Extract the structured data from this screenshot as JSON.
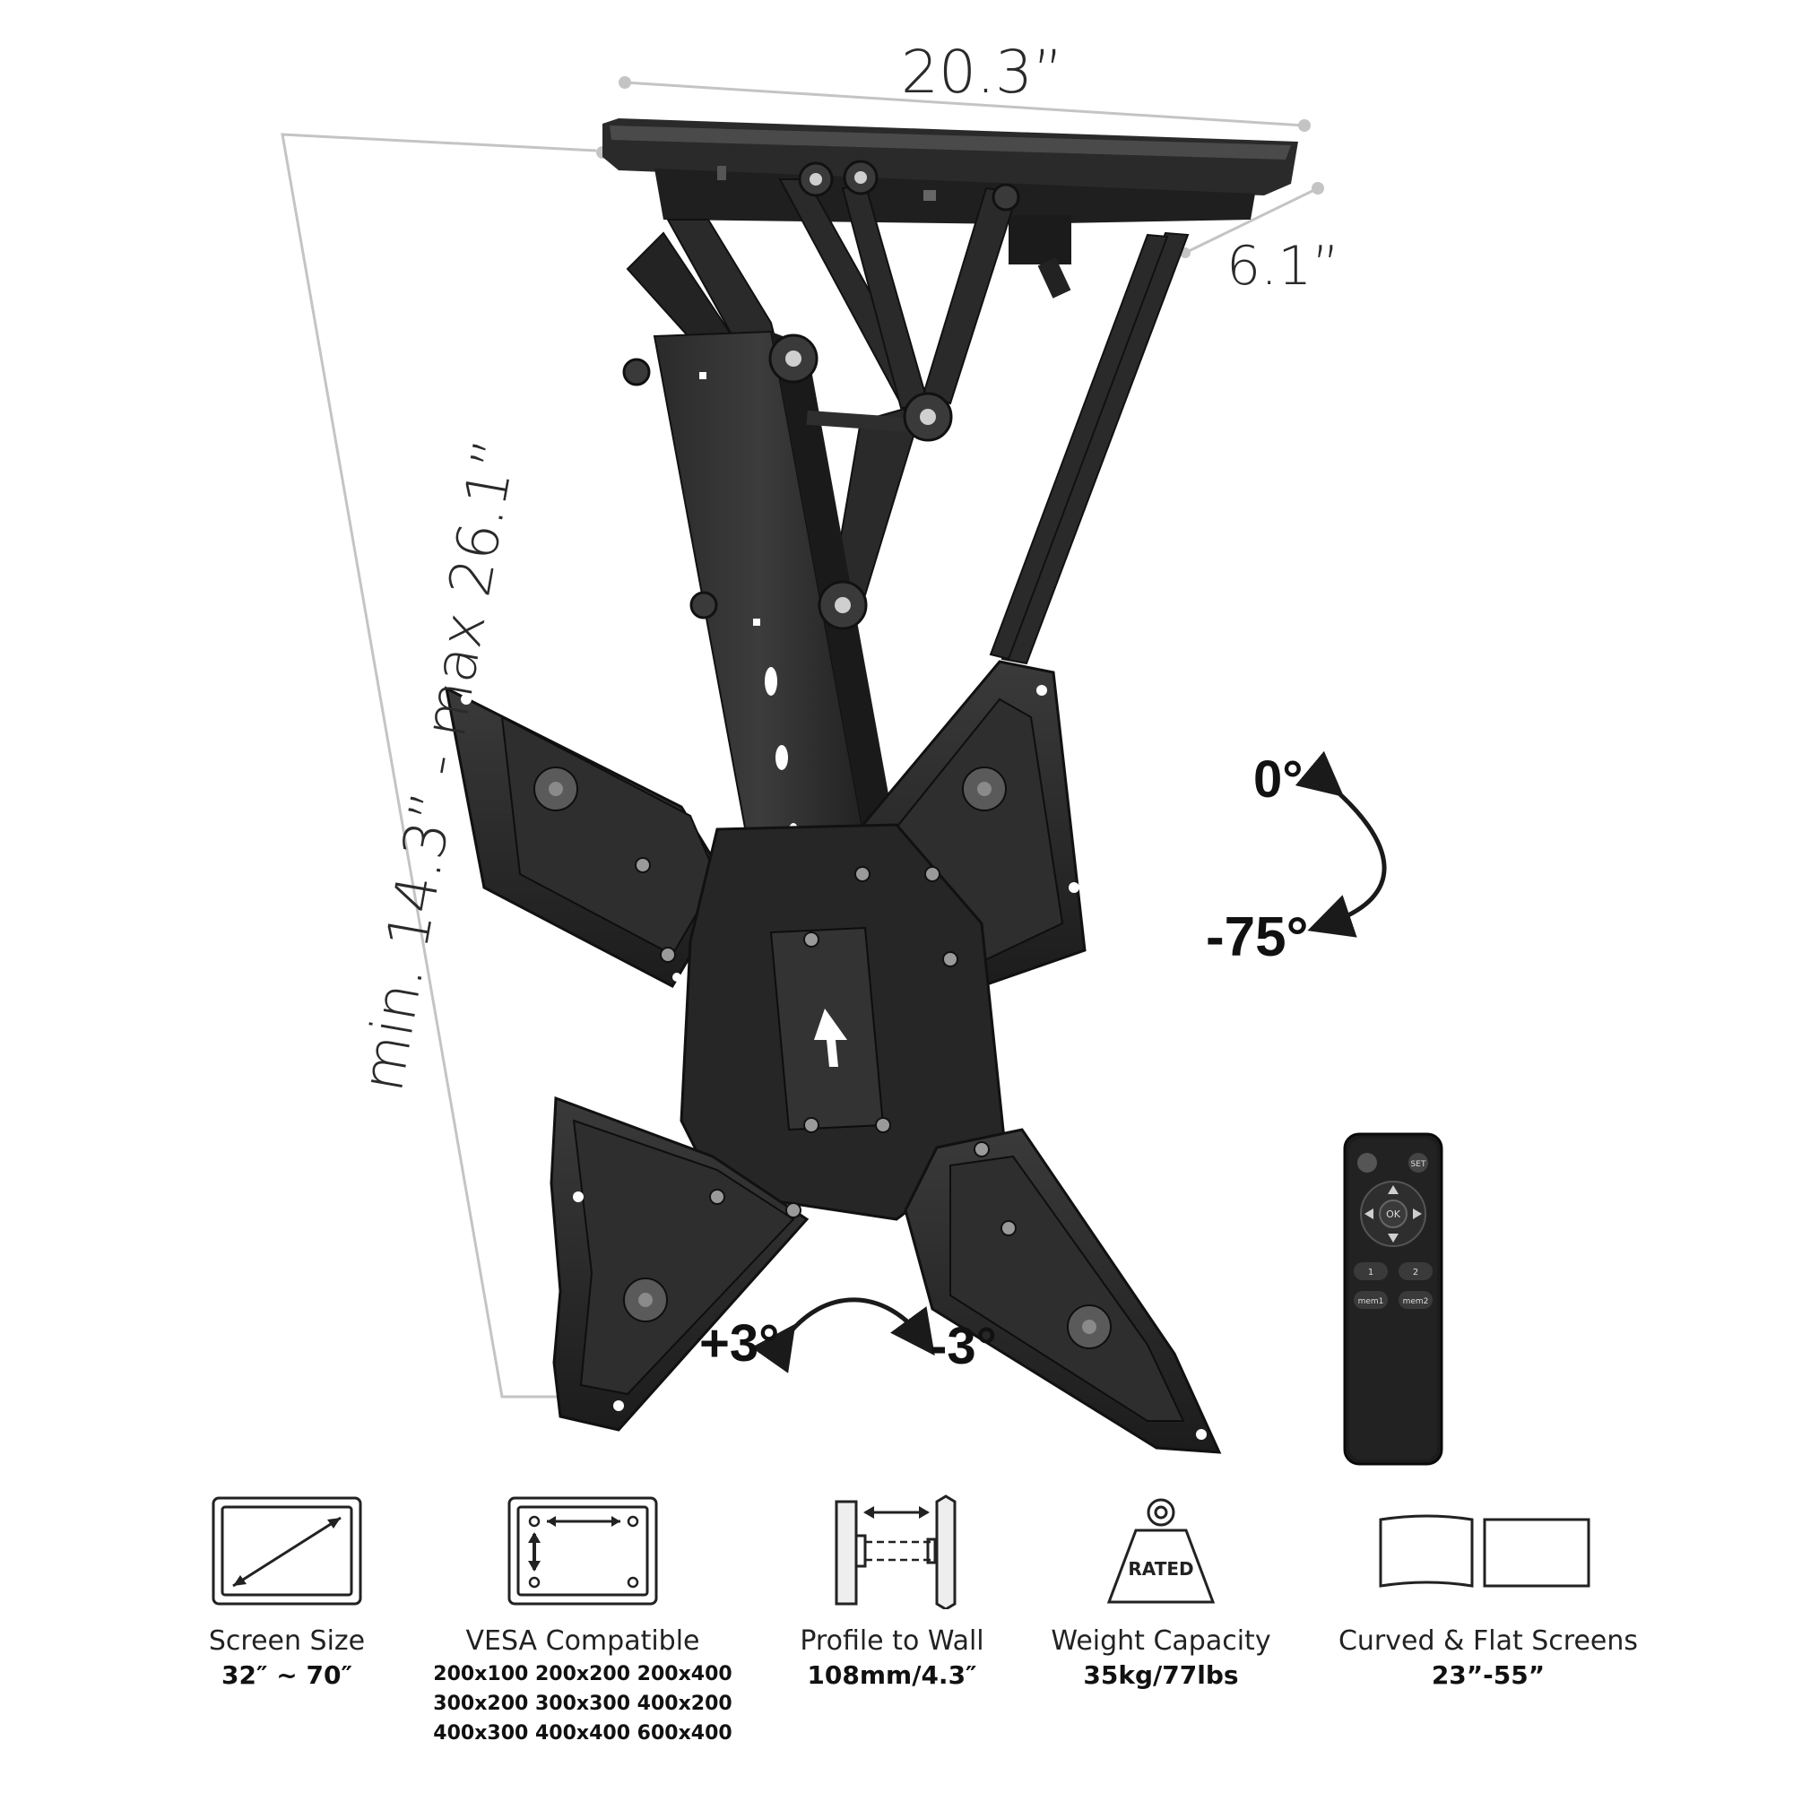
{
  "dimensions": {
    "width": "20.3”",
    "depth": "6.1”",
    "height": "min. 14.3” - max 26.1”"
  },
  "angles": {
    "tilt_top": "0°",
    "tilt_bottom": "-75°",
    "rotate_left": "+3°",
    "rotate_right": "-3°"
  },
  "remote": {
    "power_label": "",
    "set_label": "SET",
    "ok_label": "OK",
    "btn1_label": "1",
    "btn2_label": "2",
    "mem1_label": "mem1",
    "mem2_label": "mem2"
  },
  "features": {
    "screen_size": {
      "label": "Screen Size",
      "value": "32″ ~ 70″",
      "icon": "diagonal-screen-icon"
    },
    "vesa": {
      "label": "VESA Compatible",
      "lines": [
        "200x100 200x200 200x400",
        "300x200 300x300 400x200",
        "400x300 400x400 600x400"
      ],
      "icon": "vesa-pattern-icon"
    },
    "profile": {
      "label": "Profile to Wall",
      "value": "108mm/4.3″",
      "icon": "profile-depth-icon"
    },
    "weight": {
      "label": "Weight Capacity",
      "value": "35kg/77lbs",
      "badge": "RATED",
      "icon": "weight-icon"
    },
    "screens": {
      "label": "Curved & Flat Screens",
      "value": "23”-55”",
      "icon": "curved-flat-screen-icon"
    }
  },
  "colors": {
    "mount": "#2b2b2b",
    "mount_dark": "#1a1a1a",
    "dimension_line": "#bdbdbd",
    "text": "#111111"
  }
}
